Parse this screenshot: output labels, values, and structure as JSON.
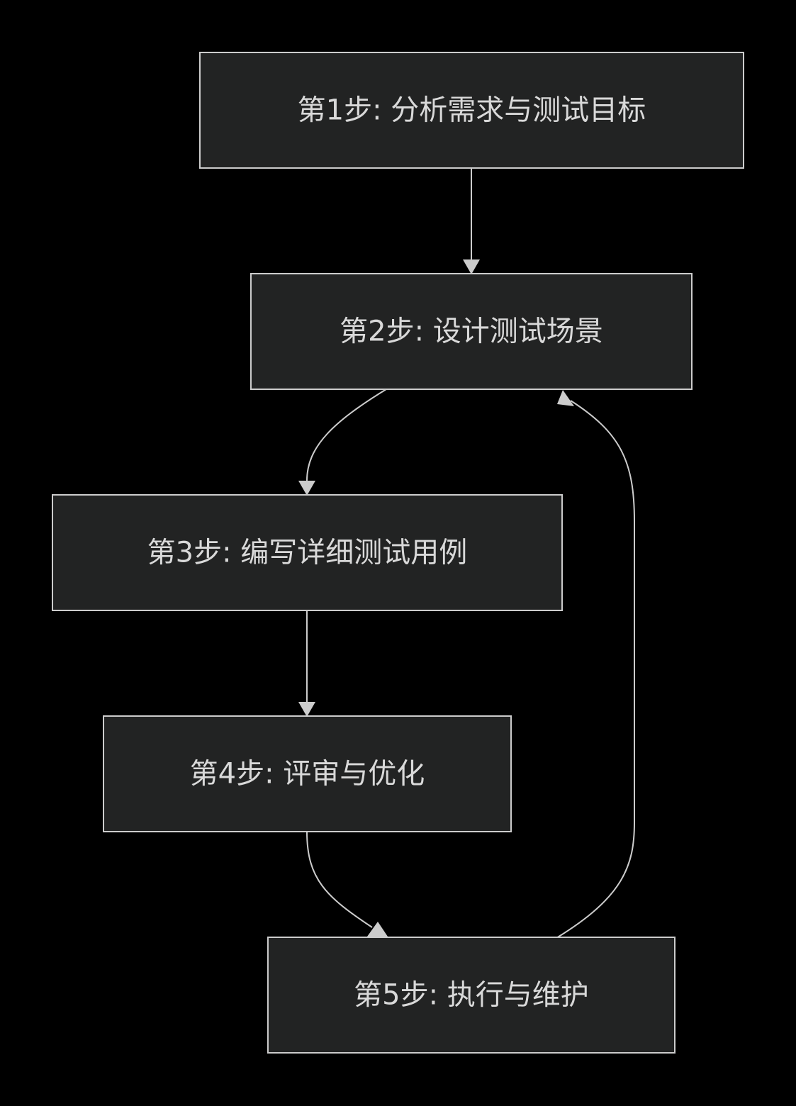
{
  "diagram": {
    "type": "flowchart",
    "direction": "top-down",
    "colors": {
      "background": "#000000",
      "node_fill": "#222323",
      "node_stroke": "#cccccc",
      "text": "#d9d9d9",
      "edge": "#cccccc"
    },
    "nodes": [
      {
        "id": "step1",
        "label": "第1步: 分析需求与测试目标"
      },
      {
        "id": "step2",
        "label": "第2步: 设计测试场景"
      },
      {
        "id": "step3",
        "label": "第3步: 编写详细测试用例"
      },
      {
        "id": "step4",
        "label": "第4步: 评审与优化"
      },
      {
        "id": "step5",
        "label": "第5步: 执行与维护"
      }
    ],
    "edges": [
      {
        "from": "step1",
        "to": "step2"
      },
      {
        "from": "step2",
        "to": "step3"
      },
      {
        "from": "step3",
        "to": "step4"
      },
      {
        "from": "step4",
        "to": "step5"
      },
      {
        "from": "step5",
        "to": "step2"
      }
    ]
  }
}
